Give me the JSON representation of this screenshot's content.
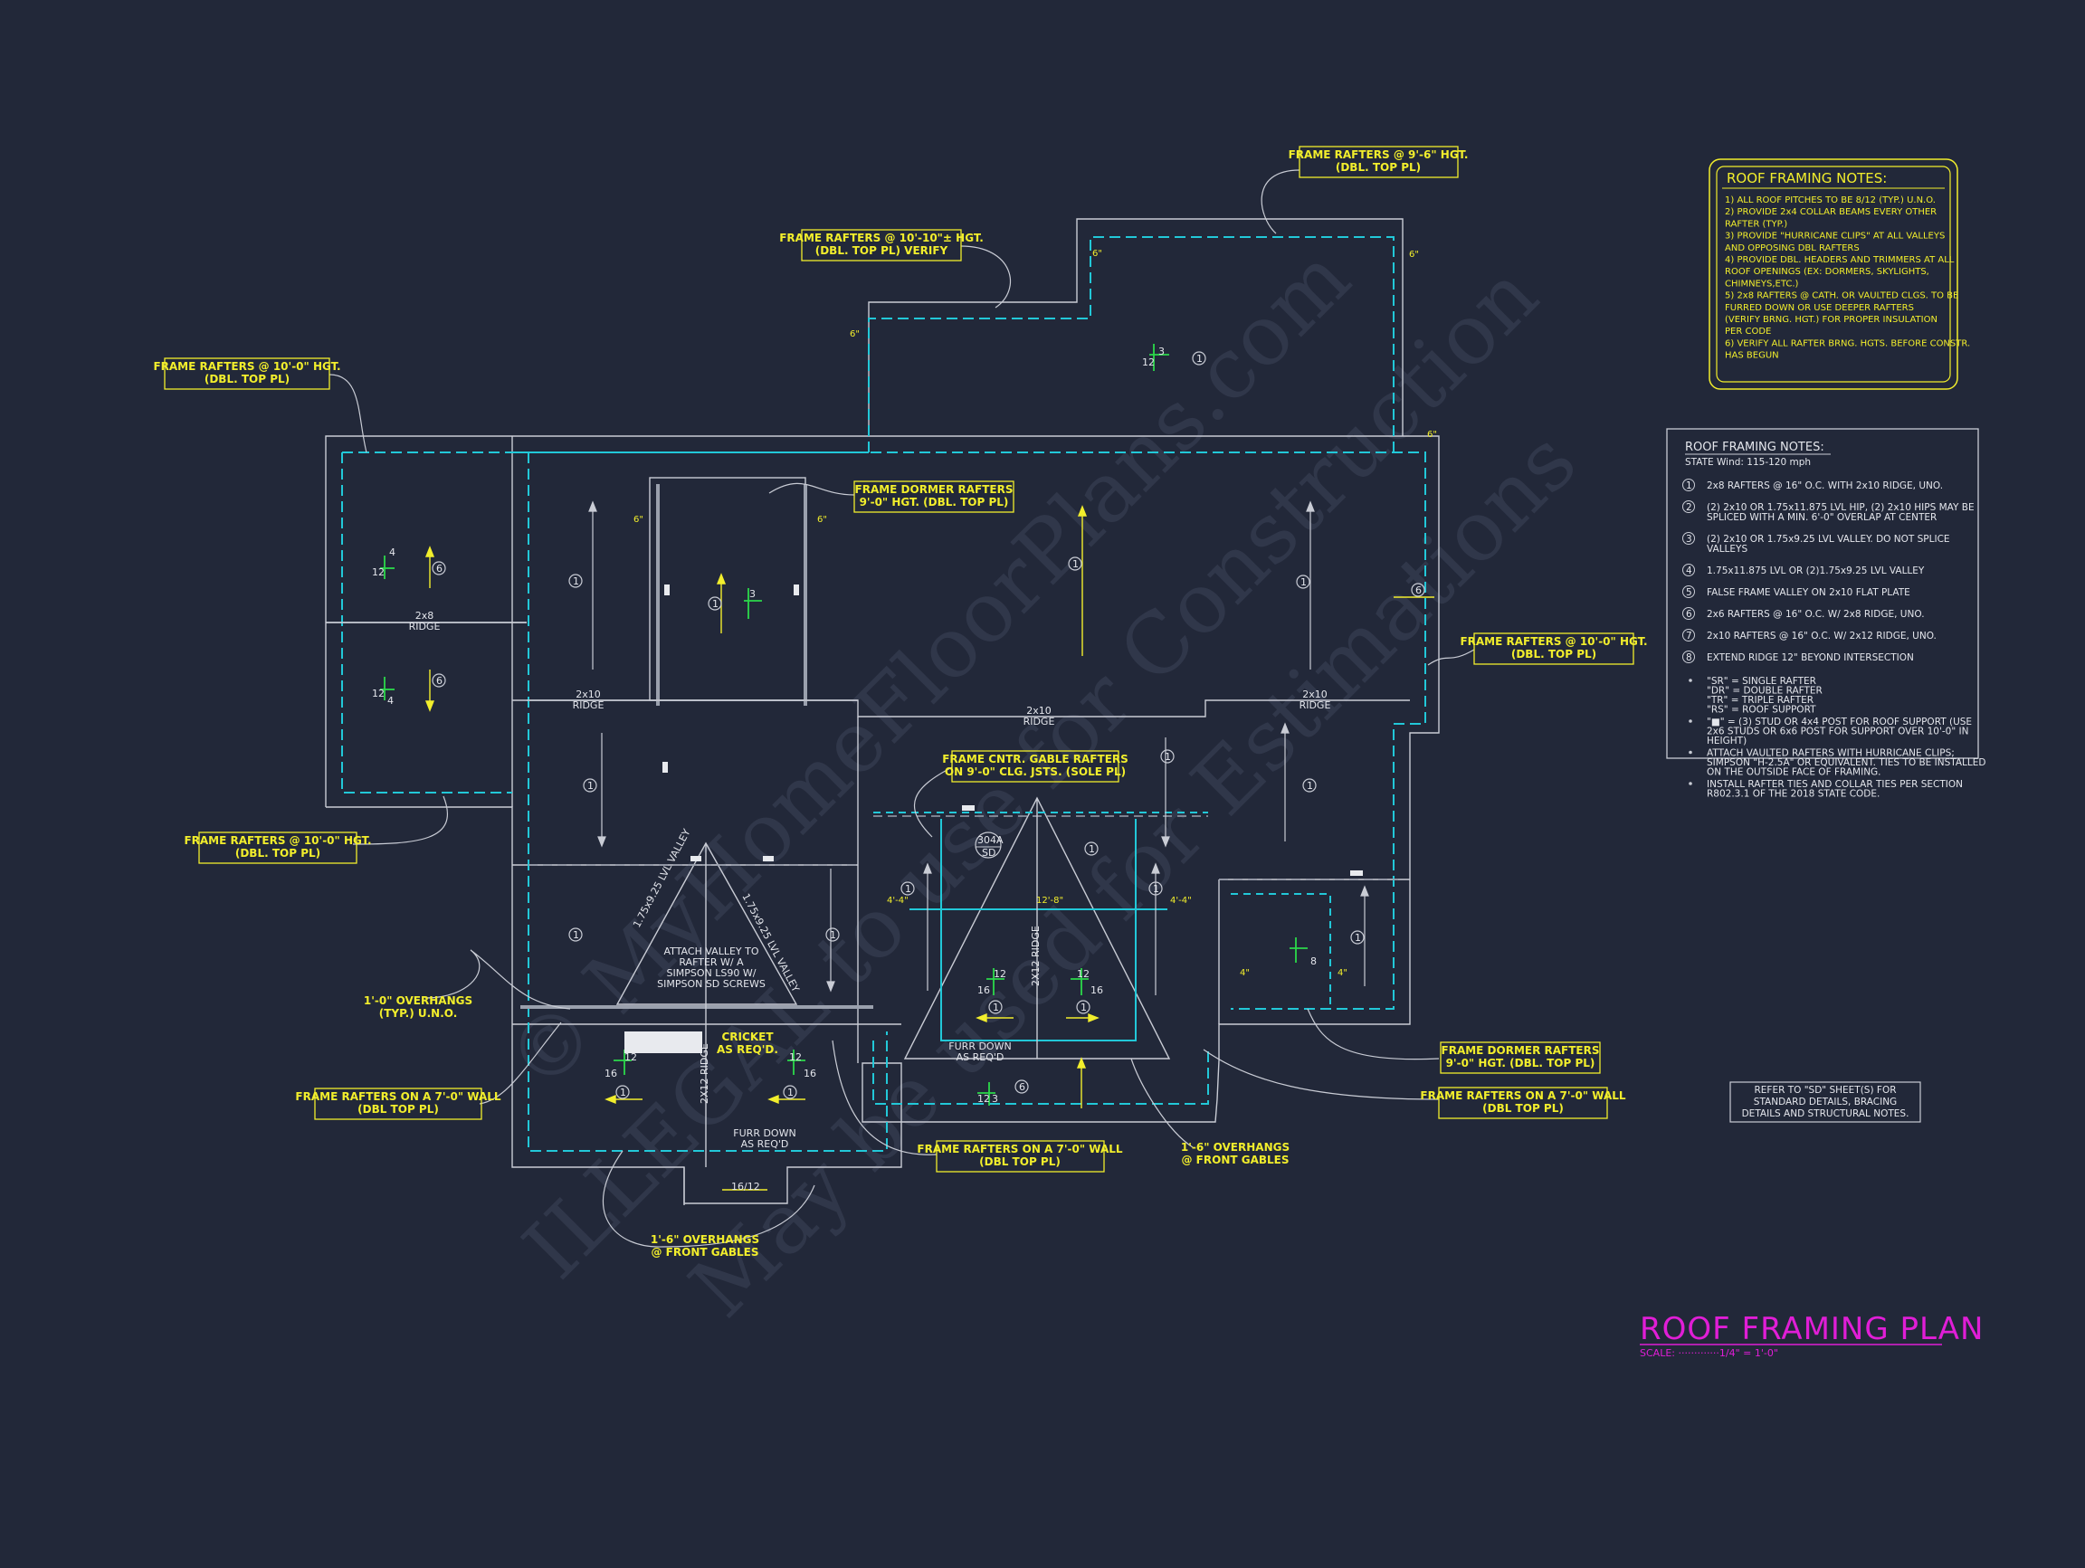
{
  "watermark": {
    "line1": "© MyHomeFloorPlans.com",
    "line2": "ILLEGAL to use for Construction",
    "line3": "May be used for Estimations"
  },
  "title": {
    "text": "ROOF FRAMING PLAN",
    "scale": "SCALE: ·············1/4\" = 1'-0\""
  },
  "refer_note": [
    "REFER TO \"SD\" SHEET(S) FOR",
    "STANDARD DETAILS, BRACING",
    "DETAILS AND STRUCTURAL NOTES."
  ],
  "notes_box": {
    "title": "ROOF FRAMING NOTES:",
    "lines": [
      "1) ALL ROOF PITCHES TO BE 8/12 (TYP.) U.N.O.",
      "2) PROVIDE 2x4 COLLAR BEAMS EVERY OTHER",
      "   RAFTER (TYP.)",
      "3) PROVIDE \"HURRICANE CLIPS\" AT ALL VALLEYS",
      "   AND OPPOSING DBL RAFTERS",
      "4) PROVIDE DBL. HEADERS AND TRIMMERS AT ALL",
      "   ROOF OPENINGS (EX: DORMERS, SKYLIGHTS,",
      "   CHIMNEYS,ETC.)",
      "5) 2x8 RAFTERS @ CATH. OR VAULTED CLGS. TO BE",
      "   FURRED DOWN OR USE DEEPER RAFTERS",
      "   (VERIFY BRNG. HGT.) FOR PROPER INSULATION",
      "   PER CODE",
      "6) VERIFY ALL RAFTER BRNG. HGTS. BEFORE CONSTR.",
      "   HAS BEGUN"
    ]
  },
  "legend": {
    "title": "ROOF FRAMING NOTES:",
    "subtitle": "STATE Wind: 115-120 mph",
    "items": [
      {
        "num": "1",
        "lines": [
          "2x8 RAFTERS @ 16\" O.C. WITH 2x10 RIDGE, UNO."
        ]
      },
      {
        "num": "2",
        "lines": [
          "(2) 2x10 OR 1.75x11.875 LVL HIP, (2) 2x10 HIPS MAY BE",
          "SPLICED WITH A MIN. 6'-0\" OVERLAP AT CENTER"
        ]
      },
      {
        "num": "3",
        "lines": [
          "(2) 2x10 OR 1.75x9.25 LVL VALLEY. DO NOT SPLICE",
          "VALLEYS"
        ]
      },
      {
        "num": "4",
        "lines": [
          "1.75x11.875 LVL OR (2)1.75x9.25 LVL VALLEY"
        ]
      },
      {
        "num": "5",
        "lines": [
          "FALSE FRAME VALLEY ON 2x10 FLAT PLATE"
        ]
      },
      {
        "num": "6",
        "lines": [
          "2x6 RAFTERS @ 16\" O.C. W/ 2x8 RIDGE, UNO."
        ]
      },
      {
        "num": "7",
        "lines": [
          "2x10 RAFTERS @ 16\" O.C. W/ 2x12 RIDGE, UNO."
        ]
      },
      {
        "num": "8",
        "lines": [
          "EXTEND RIDGE 12\" BEYOND INTERSECTION"
        ]
      }
    ],
    "bullets": [
      [
        "\"SR\"  = SINGLE RAFTER",
        "\"DR\"  = DOUBLE RAFTER",
        "\"TR\"  = TRIPLE RAFTER",
        "\"RS\"  = ROOF SUPPORT"
      ],
      [
        "\"■\" = (3) STUD OR 4x4 POST FOR ROOF SUPPORT (USE",
        "2x6 STUDS OR 6x6 POST FOR SUPPORT OVER 10'-0\" IN",
        "HEIGHT)"
      ],
      [
        "ATTACH VAULTED RAFTERS WITH HURRICANE CLIPS;",
        "SIMPSON \"H-2.5A\" OR EQUIVALENT. TIES TO BE INSTALLED",
        "ON THE OUTSIDE FACE OF FRAMING."
      ],
      [
        "INSTALL RAFTER TIES AND COLLAR TIES PER SECTION",
        "R802.3.1 OF THE 2018 STATE CODE."
      ]
    ]
  },
  "callouts": {
    "c1": [
      "FRAME RAFTERS @ 9'-6\" HGT.",
      "(DBL. TOP PL)"
    ],
    "c2": [
      "FRAME RAFTERS @ 10'-10\"± HGT.",
      "(DBL. TOP PL) VERIFY"
    ],
    "c3": [
      "FRAME RAFTERS @ 10'-0\" HGT.",
      "(DBL. TOP PL)"
    ],
    "c4": [
      "FRAME DORMER RAFTERS",
      "9'-0\" HGT. (DBL. TOP PL)"
    ],
    "c5": [
      "FRAME RAFTERS @ 10'-0\" HGT.",
      "(DBL. TOP PL)"
    ],
    "c6": [
      "FRAME RAFTERS @ 10'-0\" HGT.",
      "(DBL. TOP PL)"
    ],
    "c7": [
      "FRAME CNTR. GABLE RAFTERS",
      "ON 9'-0\" CLG. JSTS. (SOLE PL)"
    ],
    "c8": [
      "FRAME DORMER RAFTERS",
      "9'-0\" HGT. (DBL. TOP PL)"
    ],
    "c9": [
      "FRAME RAFTERS ON A 7'-0\" WALL",
      "(DBL TOP PL)"
    ],
    "c10": [
      "FRAME RAFTERS ON A 7'-0\" WALL",
      "(DBL TOP PL)"
    ],
    "c11": [
      "FRAME RAFTERS ON A 7'-0\" WALL",
      "(DBL TOP PL)"
    ]
  },
  "free_notes": {
    "overhang_typ": [
      "1'-0\" OVERHANGS",
      "(TYP.) U.N.O."
    ],
    "overhang_front1": [
      "1'-6\" OVERHANGS",
      "@ FRONT GABLES"
    ],
    "overhang_front2": [
      "1'-6\" OVERHANGS",
      "@ FRONT GABLES"
    ],
    "cricket": [
      "CRICKET",
      "AS REQ'D."
    ]
  },
  "plan_labels": {
    "ridge_2x8": [
      "2x8",
      "RIDGE"
    ],
    "ridge_2x10_a": [
      "2x10",
      "RIDGE"
    ],
    "ridge_2x10_b": [
      "2x10",
      "RIDGE"
    ],
    "ridge_2x10_c": [
      "2x10",
      "RIDGE"
    ],
    "ridge_2x12_a": "2X12 RIDGE",
    "ridge_2x12_b": "2X12 RIDGE",
    "valley_a": "1.75x9.25 LVL VALLEY",
    "valley_b": "1.75x9.25 LVL VALLEY",
    "attach": [
      "ATTACH VALLEY TO",
      "RAFTER W/ A",
      "SIMPSON LS90 W/",
      "SIMPSON SD SCREWS"
    ],
    "furr_a": [
      "FURR DOWN",
      "AS REQ'D"
    ],
    "furr_b": [
      "FURR DOWN",
      "AS REQ'D"
    ],
    "section_top": "304A",
    "section_bot": "SD",
    "dim_mid": "12'-8\"",
    "dim_left": "4'-4\"",
    "dim_right": "4'-4\"",
    "dim_4a": "4\"",
    "dim_4b": "4\"",
    "pitch_16_12": "16/12",
    "dim_6": "6\"",
    "pitch_12": "12",
    "pitch_16": "16",
    "pitch_4": "4",
    "pitch_3": "3",
    "pitch_8": "8"
  },
  "bubbles": {
    "one": "1",
    "six": "6",
    "three": "3"
  },
  "colors": {
    "background": "#222839",
    "outline": "#c9ccd5",
    "dashed": "#22c8d8",
    "notes": "#f2ee2c",
    "title": "#e01ed6",
    "pitch": "#2bd94a"
  }
}
